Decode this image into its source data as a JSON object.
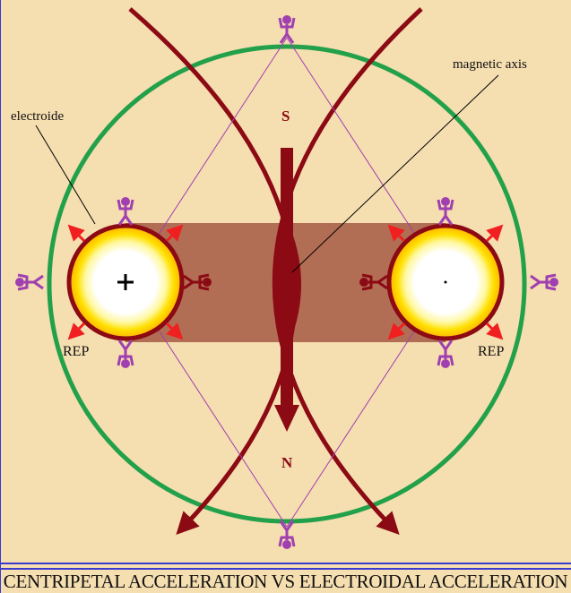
{
  "labels": {
    "electroide": "electroide",
    "magnetic_axis": "magnetic axis",
    "south": "S",
    "north": "N",
    "rep_left": "REP",
    "rep_right": "REP"
  },
  "caption": "CENTRIPETAL ACCELERATION VS ELECTROIDAL ACCELERATION",
  "colors": {
    "background": "#f5deb0",
    "orbit": "#22a04a",
    "field_lines": "#8b0a14",
    "band": "#a55a44",
    "figures": "#a040b0",
    "repulsion_arrows": "#f02020"
  }
}
